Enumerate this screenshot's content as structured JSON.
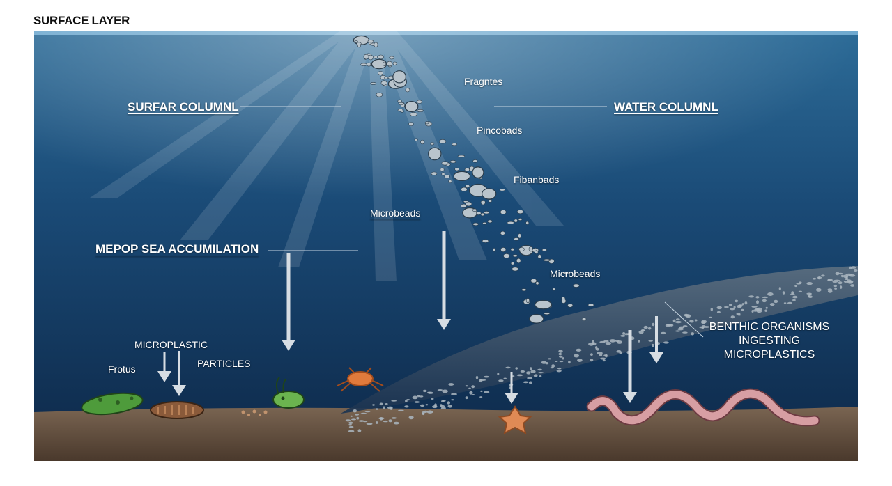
{
  "title": "SURFACE LAYER",
  "colors": {
    "water_top": "#2d6c98",
    "water_mid": "#1a4a76",
    "water_deep": "#0f2d4f",
    "sediment": "#6e5948",
    "sediment_dark": "#4a392c",
    "particle": "#b9c4cc",
    "worm": "#d79ea3",
    "starfish": "#e08a55",
    "slug": "#4e9b3b"
  },
  "labels": {
    "surfar_column": "SURFAR COLUMNL",
    "water_column": "WATER COLUMNL",
    "fragntes": "Fragntes",
    "pincobads": "Pincobads",
    "fibanbads": "Fibanbads",
    "microbeads_left": "Microbeads",
    "microbeads_right": "Microbeads",
    "deep_sea": "MEPOP SEA ACCUMILATION",
    "microplastic": "MICROPLASTIC",
    "frotus": "Frotus",
    "particles": "PARTICLES",
    "benthic": "BENTHIC ORGANISMS INGESTING MICROPLASTICS"
  }
}
